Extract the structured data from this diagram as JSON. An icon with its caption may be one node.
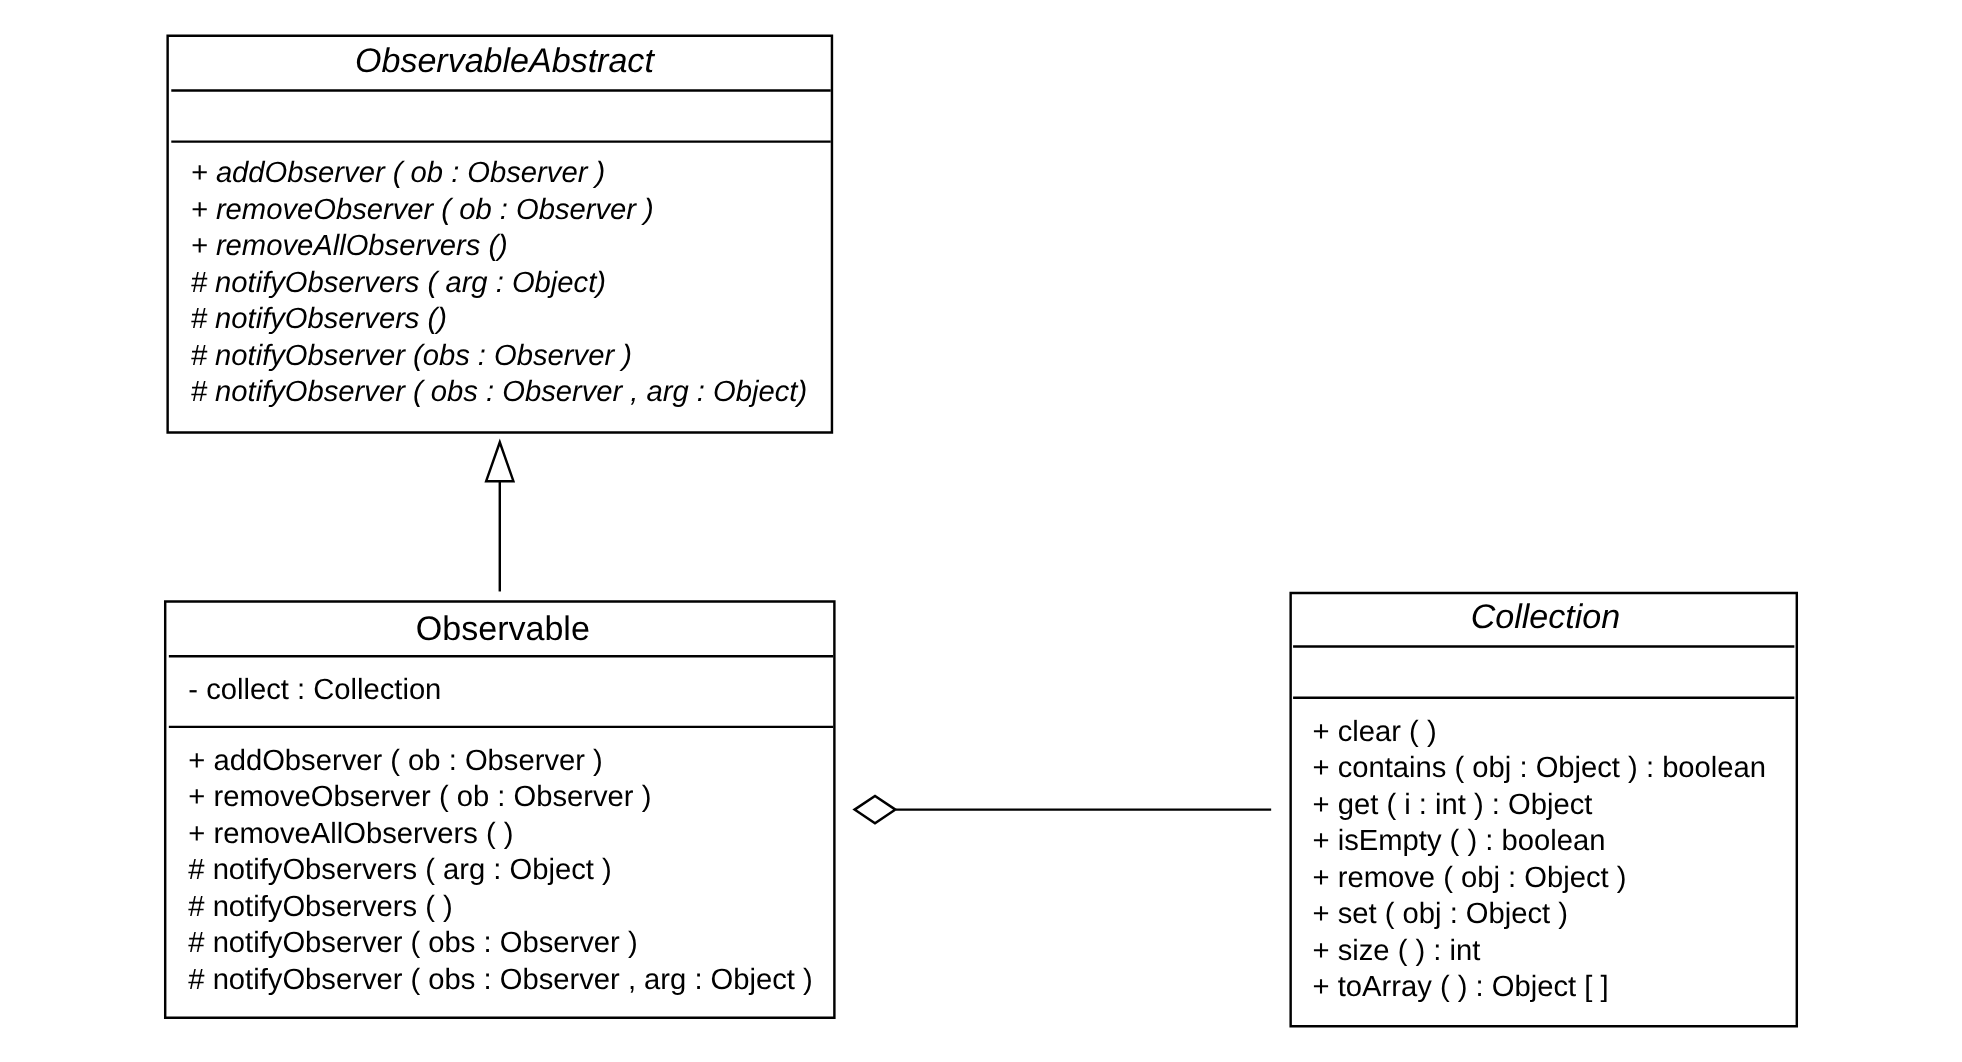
{
  "diagram": {
    "nodes": [
      {
        "text": [
          "ObservableAbstract",
          "+ addObserver ( ob : Observer )",
          "+ removeObserver ( ob : Observer )",
          "+ removeAllObservers ()",
          "# notifyObservers ( arg : Object)",
          "# notifyObservers ()",
          "# notifyObserver (obs : Observer )",
          "# notifyObserver ( obs : Observer , arg : Object)"
        ]
      },
      {
        "text": [
          "Observable",
          "- collect : Collection",
          "+ addObserver ( ob : Observer )",
          "+ removeObserver ( ob : Observer )",
          "+ removeAllObservers ( )",
          "# notifyObservers ( arg : Object )",
          "# notifyObservers ( )",
          "# notifyObserver ( obs : Observer )",
          "# notifyObserver ( obs : Observer , arg : Object )"
        ]
      },
      {
        "text": [
          "Collection",
          "+ clear ( )",
          "+ contains ( obj : Object ) : boolean",
          "+ get ( i : int ) : Object",
          "+ isEmpty ( ) : boolean",
          "+ remove ( obj : Object )",
          "+ set ( obj : Object )",
          "+ size ( ) : int",
          "+ toArray ( ) : Object [ ]"
        ]
      }
    ],
    "edges": [
      {
        "from": 1,
        "to": 0,
        "arrow": "to"
      },
      {
        "from": 1,
        "to": 2,
        "arrow": "other"
      }
    ]
  }
}
